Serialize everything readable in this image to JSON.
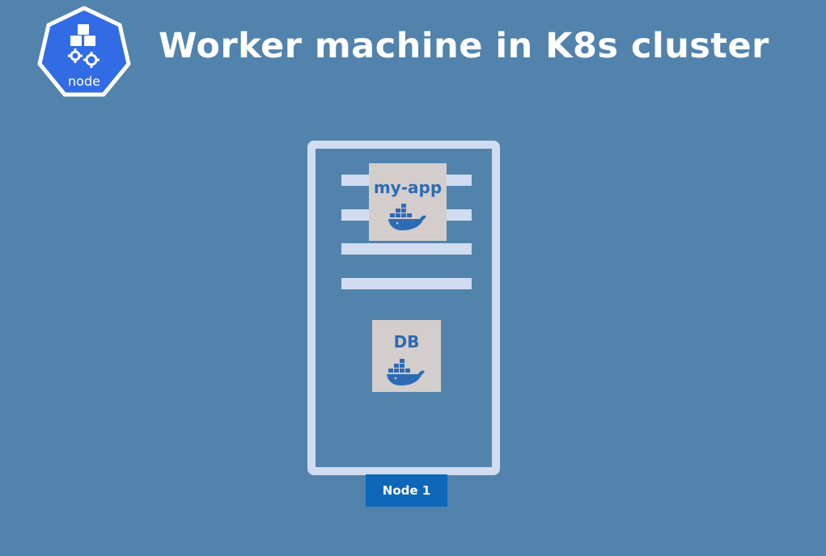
{
  "title": "Worker machine in K8s cluster",
  "logo": {
    "label": "node",
    "icon": "kubernetes-node-icon",
    "color": "#326CE5"
  },
  "server": {
    "containers": [
      {
        "label": "my-app",
        "icon": "docker-whale-icon"
      },
      {
        "label": "DB",
        "icon": "docker-whale-icon"
      }
    ],
    "node_label": "Node 1"
  },
  "colors": {
    "background": "#5283AD",
    "server_outline": "#D2DCF1",
    "container_bg": "#D3CDCC",
    "container_text": "#2E6BB5",
    "node_badge": "#0E67B7"
  }
}
